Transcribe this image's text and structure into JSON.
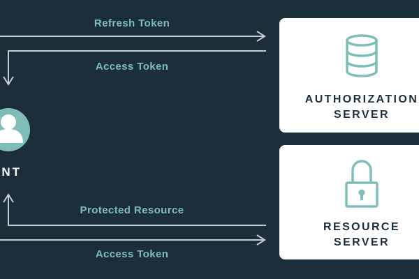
{
  "colors": {
    "background": "#1d2e3b",
    "accent": "#7fbdb8",
    "arrow": "#c8ccd0",
    "card": "#ffffff",
    "card_text": "#1d2e3b"
  },
  "client": {
    "label": "ENT",
    "icon": "user-avatar-icon"
  },
  "flows": {
    "refresh_token": "Refresh Token",
    "access_token_top": "Access Token",
    "protected_resource": "Protected Resource",
    "access_token_bottom": "Access Token"
  },
  "servers": {
    "authorization": {
      "title": "AUTHORIZATION\nSERVER",
      "icon": "database-icon"
    },
    "resource": {
      "title": "RESOURCE\nSERVER",
      "icon": "padlock-icon"
    }
  }
}
